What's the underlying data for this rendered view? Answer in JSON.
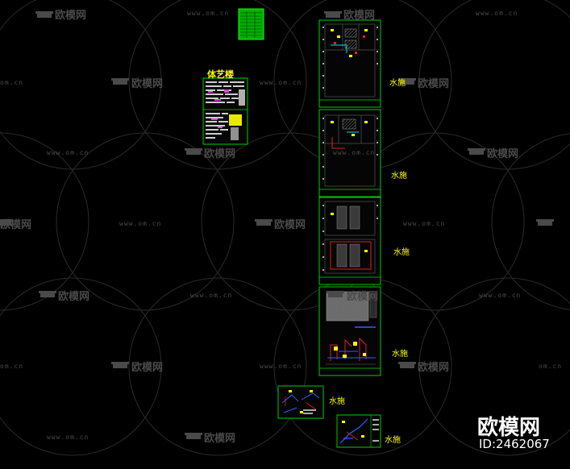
{
  "sheet_label": "体艺楼",
  "water_labels": [
    "水施",
    "水施",
    "水施",
    "水施",
    "水施",
    "水施"
  ],
  "watermark": {
    "brand_cn": "欧模网",
    "url": "www.om.cn",
    "url_short": "om.cn",
    "id_text": "ID:2462067"
  },
  "colors": {
    "background": "#000000",
    "frame": "#00cc00",
    "label": "#ffff00",
    "watermark": "#4a4a4a"
  }
}
